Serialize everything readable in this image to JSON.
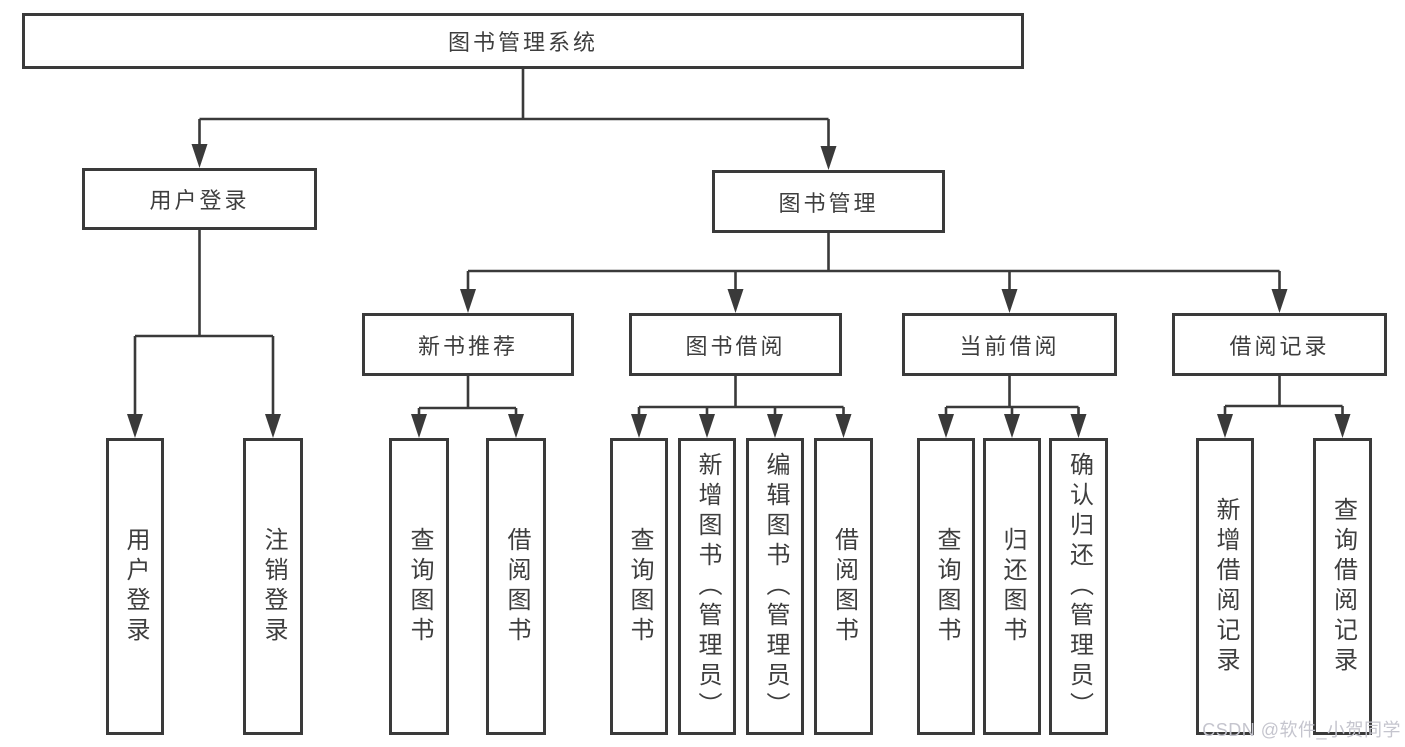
{
  "diagram": {
    "root": {
      "label": "图书管理系统"
    },
    "level2": {
      "user_login": {
        "label": "用户登录"
      },
      "book_mgmt": {
        "label": "图书管理"
      }
    },
    "level3": {
      "new_books": {
        "label": "新书推荐"
      },
      "book_borrow": {
        "label": "图书借阅"
      },
      "current_borrow": {
        "label": "当前借阅"
      },
      "borrow_records": {
        "label": "借阅记录"
      }
    },
    "leaves": {
      "user_login": {
        "label": "用户登录"
      },
      "logout": {
        "label": "注销登录"
      },
      "nb_query": {
        "label": "查询图书"
      },
      "nb_borrow": {
        "label": "借阅图书"
      },
      "bw_query": {
        "label": "查询图书"
      },
      "bw_add": {
        "label": "新增图书（管理员）"
      },
      "bw_edit": {
        "label": "编辑图书（管理员）"
      },
      "bw_borrow": {
        "label": "借阅图书"
      },
      "cu_query": {
        "label": "查询图书"
      },
      "cu_return": {
        "label": "归还图书"
      },
      "cu_confirm": {
        "label": "确认归还（管理员）"
      },
      "rc_add": {
        "label": "新增借阅记录"
      },
      "rc_query": {
        "label": "查询借阅记录"
      }
    },
    "colors": {
      "line": "#3a3a3a",
      "text": "#3e3e3e",
      "node_background": "#ffffff",
      "page_background": "#ffffff",
      "watermark": "#c5c5ce"
    }
  },
  "watermark": {
    "text": "CSDN @软件_小贺同学"
  }
}
